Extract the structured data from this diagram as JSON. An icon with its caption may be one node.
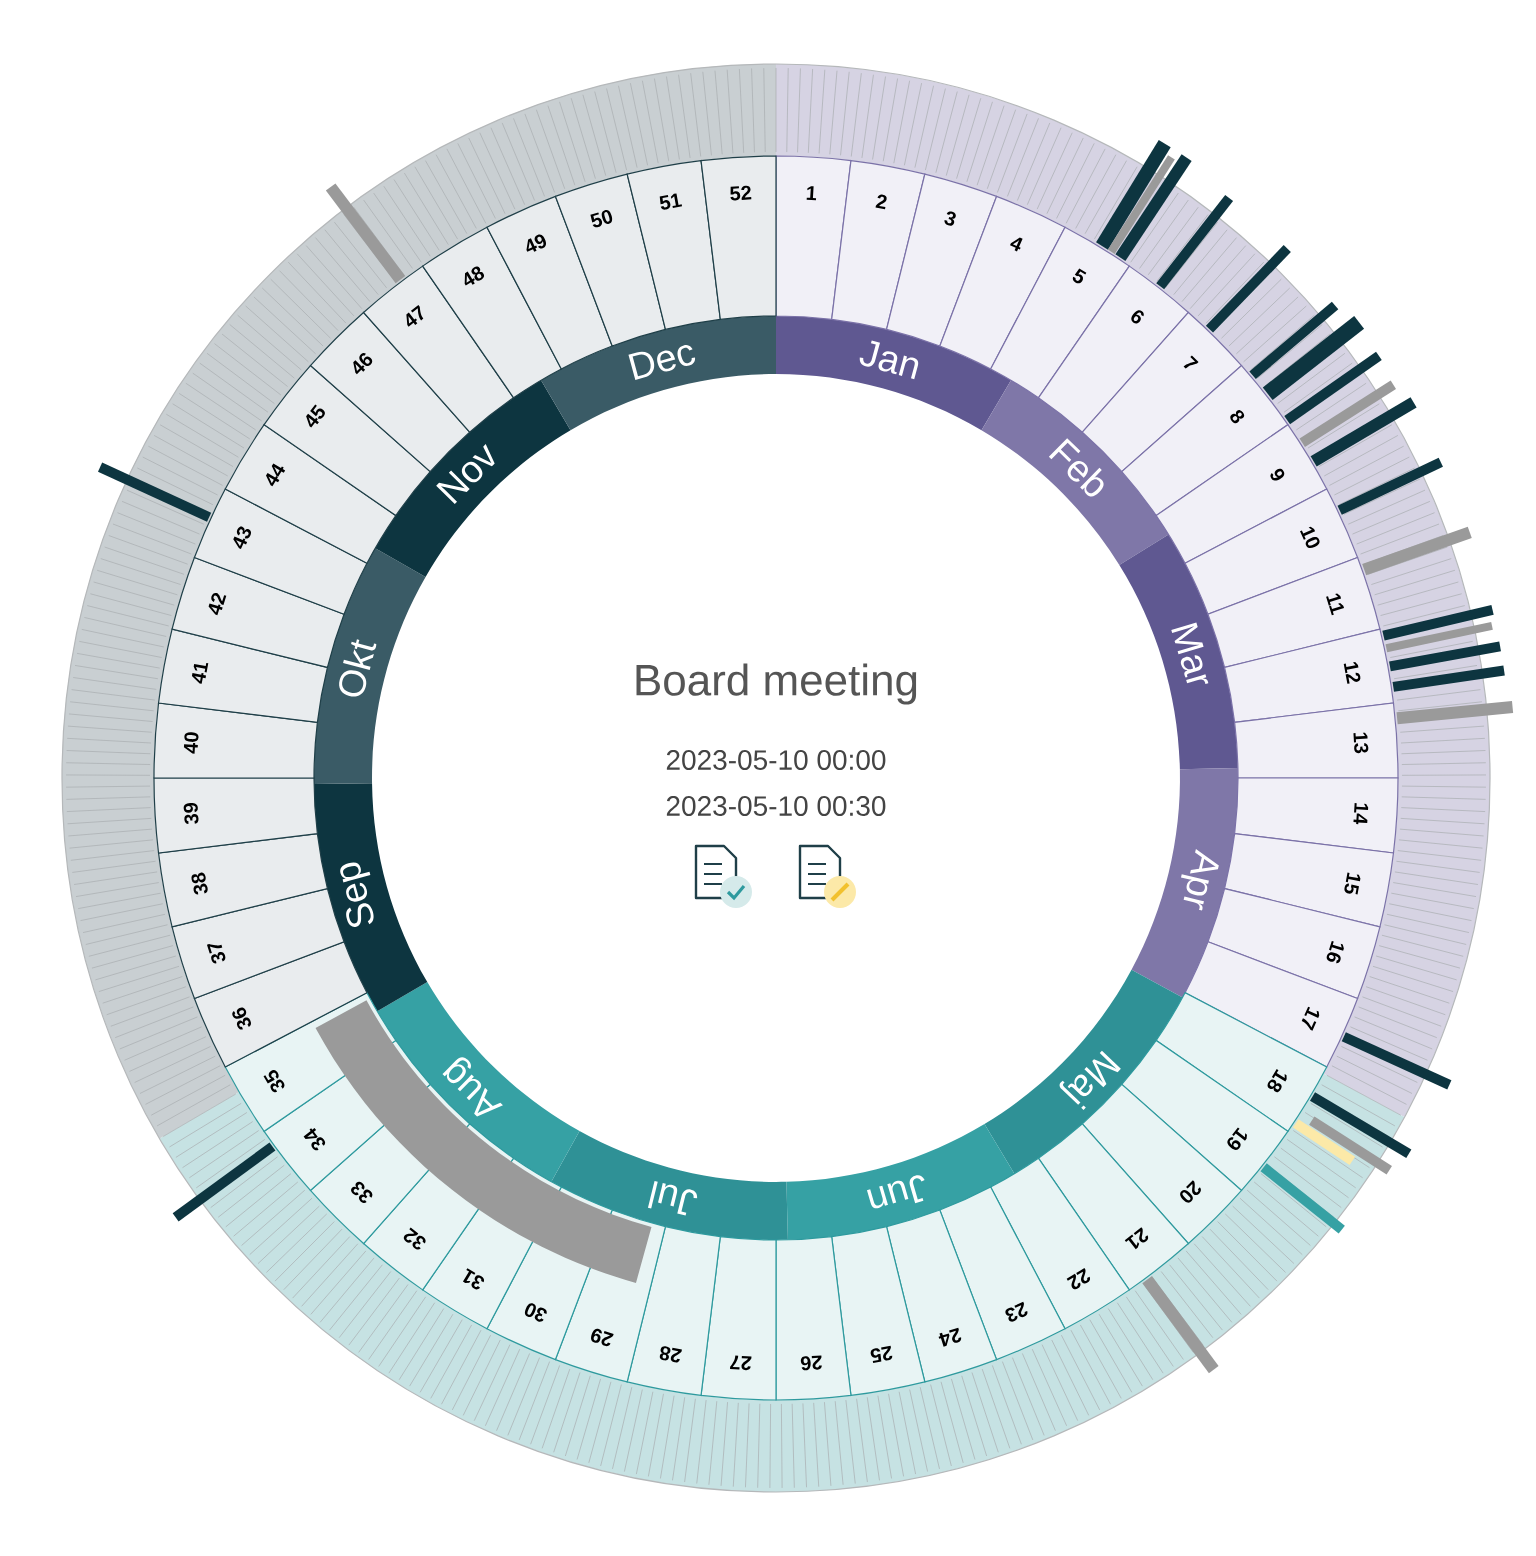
{
  "diagram": {
    "title": "Board meeting",
    "nodes": [
      {
        "text": [
          "Jan"
        ]
      },
      {
        "text": [
          "Feb"
        ]
      },
      {
        "text": [
          "Mar"
        ]
      },
      {
        "text": [
          "Apr"
        ]
      },
      {
        "text": [
          "Maj"
        ]
      },
      {
        "text": [
          "Jun"
        ]
      },
      {
        "text": [
          "Jul"
        ]
      },
      {
        "text": [
          "Aug"
        ]
      },
      {
        "text": [
          "Sep"
        ]
      },
      {
        "text": [
          "Okt"
        ]
      },
      {
        "text": [
          "Nov"
        ]
      },
      {
        "text": [
          "Dec"
        ]
      },
      {
        "text": [
          "1"
        ]
      },
      {
        "text": [
          "2"
        ]
      },
      {
        "text": [
          "3"
        ]
      },
      {
        "text": [
          "4"
        ]
      },
      {
        "text": [
          "5"
        ]
      },
      {
        "text": [
          "6"
        ]
      },
      {
        "text": [
          "7"
        ]
      },
      {
        "text": [
          "8"
        ]
      },
      {
        "text": [
          "9"
        ]
      },
      {
        "text": [
          "10"
        ]
      },
      {
        "text": [
          "11"
        ]
      },
      {
        "text": [
          "12"
        ]
      },
      {
        "text": [
          "13"
        ]
      },
      {
        "text": [
          "14"
        ]
      },
      {
        "text": [
          "15"
        ]
      },
      {
        "text": [
          "16"
        ]
      },
      {
        "text": [
          "17"
        ]
      },
      {
        "text": [
          "18"
        ]
      },
      {
        "text": [
          "19"
        ]
      },
      {
        "text": [
          "20"
        ]
      },
      {
        "text": [
          "21"
        ]
      },
      {
        "text": [
          "22"
        ]
      },
      {
        "text": [
          "23"
        ]
      },
      {
        "text": [
          "24"
        ]
      },
      {
        "text": [
          "25"
        ]
      },
      {
        "text": [
          "26"
        ]
      },
      {
        "text": [
          "27"
        ]
      },
      {
        "text": [
          "28"
        ]
      },
      {
        "text": [
          "29"
        ]
      },
      {
        "text": [
          "30"
        ]
      },
      {
        "text": [
          "31"
        ]
      },
      {
        "text": [
          "32"
        ]
      },
      {
        "text": [
          "33"
        ]
      },
      {
        "text": [
          "34"
        ]
      },
      {
        "text": [
          "35"
        ]
      },
      {
        "text": [
          "36"
        ]
      },
      {
        "text": [
          "37"
        ]
      },
      {
        "text": [
          "38"
        ]
      },
      {
        "text": [
          "39"
        ]
      },
      {
        "text": [
          "40"
        ]
      },
      {
        "text": [
          "41"
        ]
      },
      {
        "text": [
          "42"
        ]
      },
      {
        "text": [
          "43"
        ]
      },
      {
        "text": [
          "44"
        ]
      },
      {
        "text": [
          "45"
        ]
      },
      {
        "text": [
          "46"
        ]
      },
      {
        "text": [
          "47"
        ]
      },
      {
        "text": [
          "48"
        ]
      },
      {
        "text": [
          "49"
        ]
      },
      {
        "text": [
          "50"
        ]
      },
      {
        "text": [
          "51"
        ]
      },
      {
        "text": [
          "52"
        ]
      }
    ],
    "labels": [
      "2023-05-10 00:00",
      "2023-05-10 00:30"
    ]
  }
}
